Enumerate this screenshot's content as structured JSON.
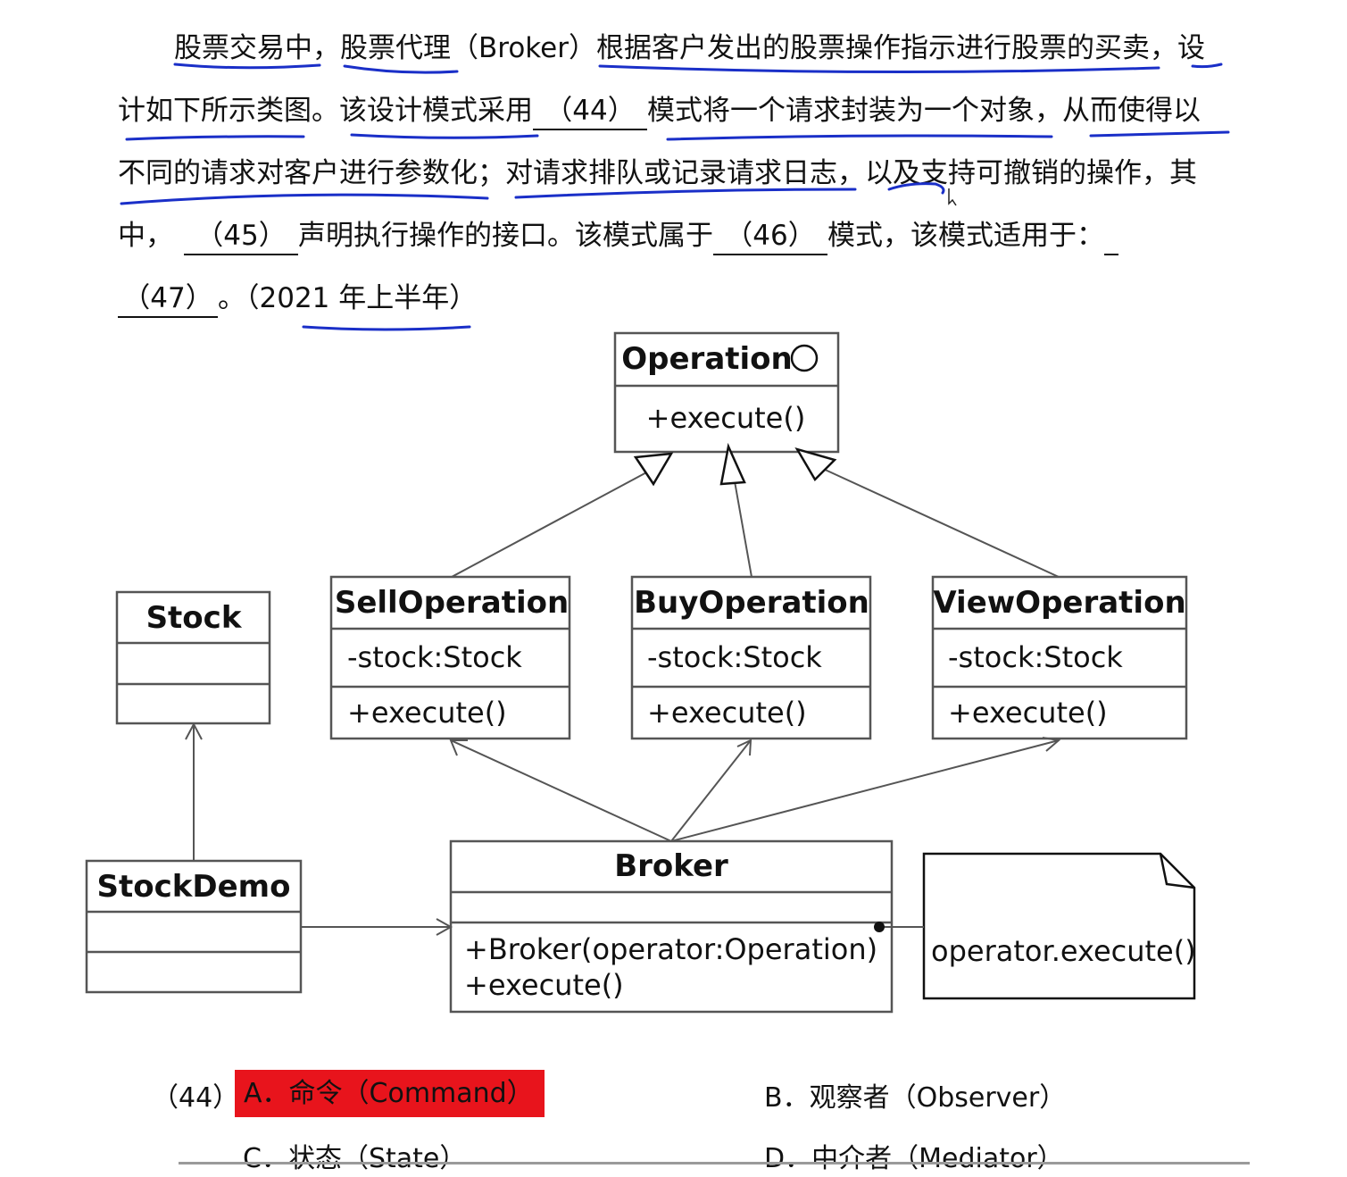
{
  "question": {
    "line1": {
      "seg1": "股票交易中，股票代理（Broker）根据客户发出的股票操作指示进行股票的买卖，设"
    },
    "line2": {
      "seg1": "计如下所示类图。该设计模式采用",
      "blank": "（44）",
      "seg2": "模式将一个请求封装为一个对象，从而使得以"
    },
    "line3": {
      "seg1": "不同的请求对客户进行参数化；对请求排队或记录请求日志，以及支持可撤销的操作，其"
    },
    "line4": {
      "seg1": "中，",
      "blank1": "（45）",
      "seg2": "声明执行操作的接口。该模式属于",
      "blank2": "（46）",
      "seg3": "模式，该模式适用于："
    },
    "line5": {
      "blank": "（47）",
      "seg1": "。（2021 年上半年）"
    }
  },
  "diagram": {
    "operation": {
      "name": "Operation",
      "method": "+execute()"
    },
    "sell": {
      "name": "SellOperation",
      "attr": "-stock:Stock",
      "method": "+execute()"
    },
    "buy": {
      "name": "BuyOperation",
      "attr": "-stock:Stock",
      "method": "+execute()"
    },
    "view": {
      "name": "ViewOperation",
      "attr": "-stock:Stock",
      "method": "+execute()"
    },
    "stock": {
      "name": "Stock"
    },
    "stockdemo": {
      "name": "StockDemo"
    },
    "broker": {
      "name": "Broker",
      "method1": "+Broker(operator:Operation)",
      "method2": "+execute()"
    },
    "note": {
      "text": "operator.execute()"
    }
  },
  "options": {
    "label": "（44）",
    "a": "A．命令（Command）",
    "b": "B．观察者（Observer）",
    "c": "C．状态（State）",
    "d": "D．中介者（Mediator）"
  },
  "colors": {
    "selected": "#e8141c",
    "handwriting": "#1a2fc8"
  }
}
